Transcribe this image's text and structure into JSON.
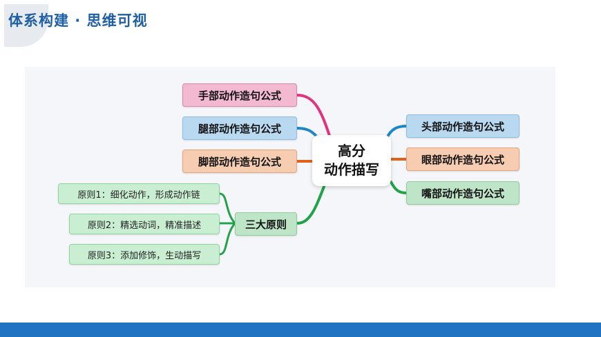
{
  "header": {
    "title": "体系构建 · 思维可视"
  },
  "mindmap": {
    "center": {
      "line1": "高分",
      "line2": "动作描写"
    },
    "left_branches": [
      {
        "label": "手部动作造句公式",
        "color": "#e0347f"
      },
      {
        "label": "腿部动作造句公式",
        "color": "#1f86c8"
      },
      {
        "label": "脚部动作造句公式",
        "color": "#e2611a"
      }
    ],
    "right_branches": [
      {
        "label": "头部动作造句公式",
        "color": "#1f86c8"
      },
      {
        "label": "眼部动作造句公式",
        "color": "#e2611a"
      },
      {
        "label": "嘴部动作造句公式",
        "color": "#22a34a"
      }
    ],
    "principles": {
      "label": "三大原则",
      "color": "#22a34a",
      "items": [
        {
          "label": "原则1：细化动作，形成动作链"
        },
        {
          "label": "原则2：精选动词，精准描述"
        },
        {
          "label": "原则3：添加修饰，生动描写"
        }
      ]
    }
  }
}
